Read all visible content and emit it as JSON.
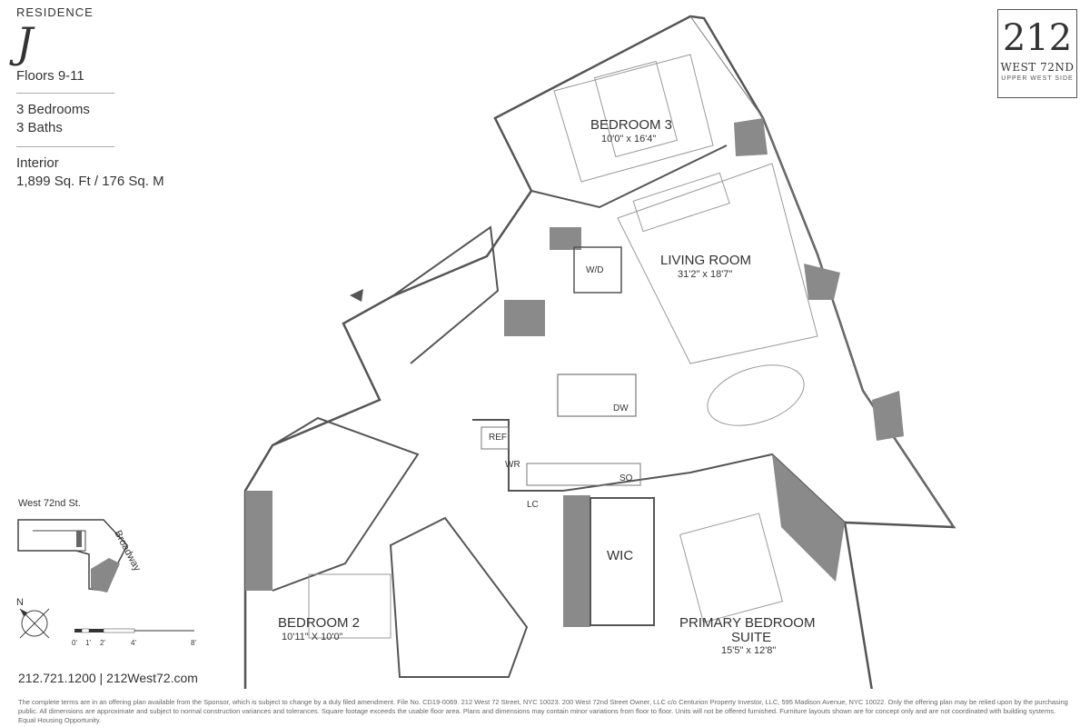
{
  "residence": {
    "label": "RESIDENCE",
    "letter": "J",
    "floors": "Floors 9-11",
    "bedrooms": "3 Bedrooms",
    "baths": "3 Baths",
    "interior_label": "Interior",
    "area": "1,899 Sq. Ft / 176 Sq. M"
  },
  "logo": {
    "number": "212",
    "street": "WEST 72ND",
    "neighborhood": "UPPER WEST SIDE"
  },
  "keyplan": {
    "street_top": "West 72nd St.",
    "street_side": "Broadway"
  },
  "compass": {
    "label": "N"
  },
  "scale": {
    "ticks": [
      "0'",
      "1'",
      "2'",
      "4'",
      "8'"
    ]
  },
  "rooms": {
    "bedroom3": {
      "name": "BEDROOM 3",
      "dims": "10'0\" x 16'4\""
    },
    "living": {
      "name": "LIVING ROOM",
      "dims": "31'2\" x 18'7\""
    },
    "bedroom2": {
      "name": "BEDROOM 2",
      "dims": "10'11\" X 10'0\""
    },
    "primary": {
      "name_line1": "PRIMARY BEDROOM",
      "name_line2": "SUITE",
      "dims": "15'5\" x 12'8\""
    },
    "wic": "WIC",
    "wd": "W/D",
    "dw": "DW",
    "ref": "REF",
    "wr": "WR",
    "so": "SO",
    "lc": "LC"
  },
  "contact": {
    "phone": "212.721.1200",
    "separator": "|",
    "website": "212West72.com"
  },
  "disclaimer": "The complete terms are in an offering plan available from the Sponsor, which is subject to change by a duly filed amendment. File No. CD19-0069. 212 West 72 Street, NYC 10023. 200 West 72nd Street Owner, LLC c/o Centurion Property Investor, LLC, 595 Madison Avenue, NYC 10022. Only the offering plan may be relied upon by the purchasing public. All dimensions are approximate and subject to normal construction variances and tolerances. Square footage exceeds the usable floor area. Plans and dimensions may contain minor variations from floor to floor. Units will not be offered furnished. Furniture layouts shown are for concept only and are not coordinated with building systems. Equal Housing Opportunity."
}
